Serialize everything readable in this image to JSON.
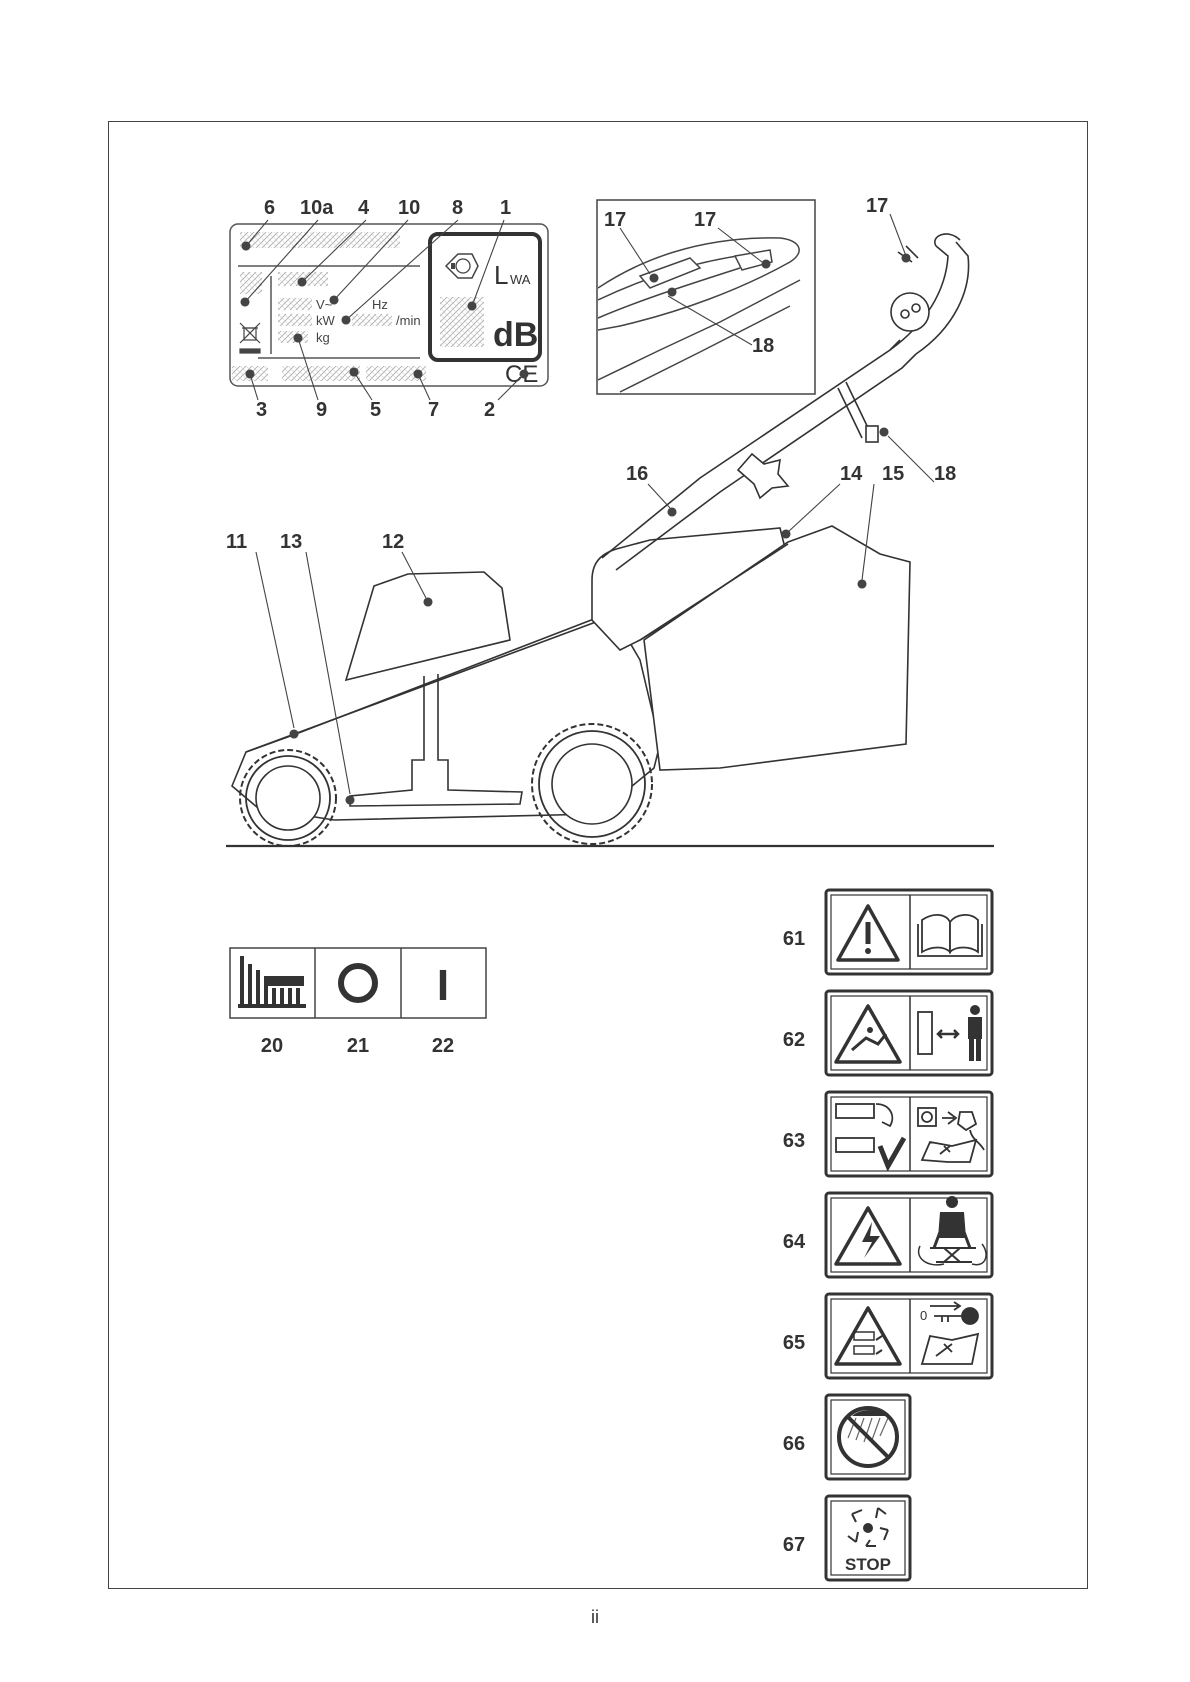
{
  "rating_plate": {
    "callouts_top": [
      "6",
      "10a",
      "4",
      "10",
      "8",
      "1"
    ],
    "callouts_bottom": [
      "3",
      "9",
      "5",
      "7",
      "2"
    ],
    "units": {
      "volt": "V~",
      "hertz": "Hz",
      "kilowatt": "kW",
      "per_min": "/min",
      "kilogram": "kg"
    },
    "lwa_main": "L",
    "lwa_sub": "WA",
    "db": "dB",
    "ce_mark": "CE"
  },
  "handle_detail": {
    "callout_17a": "17",
    "callout_17b": "17",
    "callout_18": "18"
  },
  "mower": {
    "callout_11": "11",
    "callout_13": "13",
    "callout_12": "12",
    "callout_16": "16",
    "callout_14": "14",
    "callout_15": "15",
    "callout_17": "17",
    "callout_18": "18"
  },
  "switch_symbols": {
    "labels": [
      "20",
      "21",
      "22"
    ],
    "on_symbol": "I",
    "icons": [
      "cutting-height-icon",
      "off-circle-icon",
      "on-bar-icon"
    ]
  },
  "warning_labels": [
    {
      "number": "61",
      "icons": [
        "warning-triangle-icon",
        "manual-book-icon"
      ]
    },
    {
      "number": "62",
      "icons": [
        "thrown-object-warning-icon",
        "keep-distance-icon"
      ]
    },
    {
      "number": "63",
      "icons": [
        "blade-hazard-icon",
        "unplug-read-manual-icon"
      ]
    },
    {
      "number": "64",
      "icons": [
        "electric-shock-icon",
        "cable-clearance-icon"
      ]
    },
    {
      "number": "65",
      "icons": [
        "rotating-blade-warning-icon",
        "key-remove-manual-icon"
      ]
    },
    {
      "number": "66",
      "icons": [
        "no-rain-icon"
      ]
    },
    {
      "number": "67",
      "icons": [
        "blade-stop-icon"
      ],
      "text": "STOP"
    }
  ],
  "page_number": "ii"
}
